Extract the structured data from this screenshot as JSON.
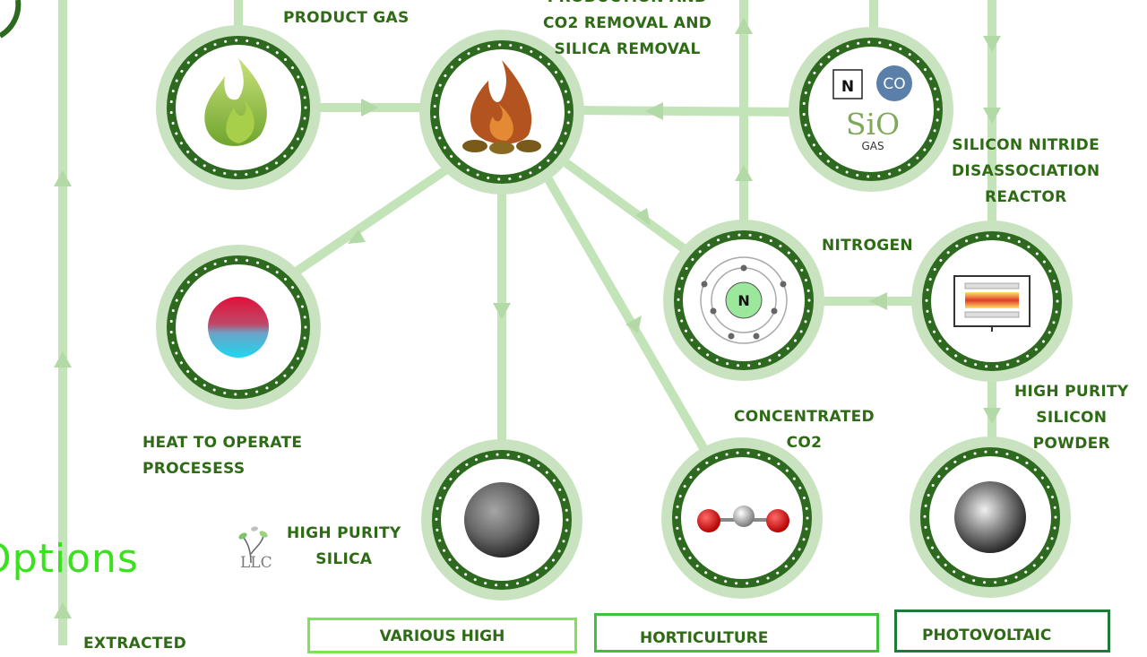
{
  "labels": {
    "product_gas": "PRODUCT GAS",
    "co2_partial": "PRODUCTION AND",
    "co2_removal": "CO2 REMOVAL AND",
    "silica_removal": "SILICA REMOVAL",
    "snd_1": "SILICON NITRIDE",
    "snd_2": "DISASSOCIATION",
    "snd_3": "REACTOR",
    "nitrogen": "NITROGEN",
    "heat_1": "HEAT TO OPERATE",
    "heat_2": "PROCESESS",
    "conc_1": "CONCENTRATED",
    "conc_2": "CO2",
    "hps_powder_1": "HIGH PURITY",
    "hps_powder_2": "SILICON",
    "hps_powder_3": "POWDER",
    "hp_silica_1": "HIGH PURITY",
    "hp_silica_2": "SILICA",
    "extracted": "EXTRACTED"
  },
  "icons": {
    "nitrogen_symbol": "N",
    "co_symbol": "CO",
    "sio_symbol": "SiO",
    "gas_label": "GAS",
    "atom_symbol": "N"
  },
  "logo": {
    "text": "Options",
    "suffix": "LLC"
  },
  "bottom_boxes": {
    "various": "VARIOUS HIGH",
    "horticulture": "HORTICULTURE",
    "photovoltaic": "PHOTOVOLTAIC"
  },
  "colors": {
    "ring_dark": "#2d6a1f",
    "ring_light": "#c9e3c0",
    "connector": "#c3e3b8",
    "label_text": "#2f6b16",
    "logo_green": "#39e21c"
  }
}
